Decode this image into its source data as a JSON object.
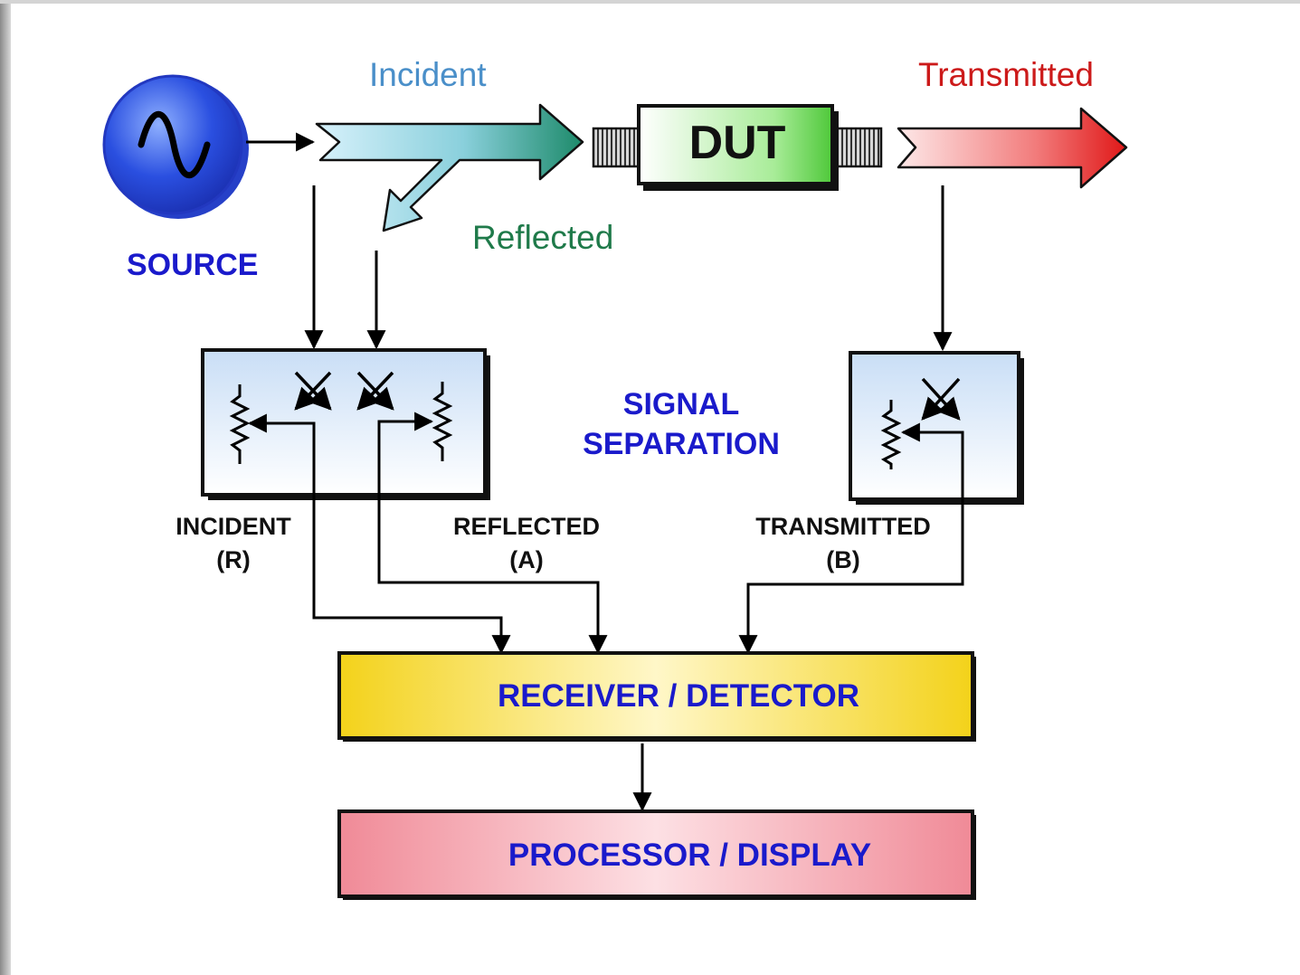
{
  "labels": {
    "incident": "Incident",
    "transmitted": "Transmitted",
    "reflected": "Reflected",
    "source": "SOURCE",
    "dut": "DUT",
    "signal_separation_line1": "SIGNAL",
    "signal_separation_line2": "SEPARATION",
    "port_incident_line1": "INCIDENT",
    "port_incident_line2": "(R)",
    "port_reflected_line1": "REFLECTED",
    "port_reflected_line2": "(A)",
    "port_transmitted_line1": "TRANSMITTED",
    "port_transmitted_line2": "(B)",
    "receiver": "RECEIVER / DETECTOR",
    "processor": "PROCESSOR / DISPLAY"
  },
  "colors": {
    "incident": "#4a8fc9",
    "transmitted": "#cc1a1a",
    "reflected": "#1f7a4a",
    "label_blue": "#1a1acb",
    "receiver_fill": "#f5dd20",
    "processor_fill": "#f4a3ad",
    "dut_fill": "#66dd55"
  },
  "icons": {
    "source": "sine-wave-icon",
    "coupler": "directional-coupler-icon",
    "resistor": "resistor-icon"
  }
}
